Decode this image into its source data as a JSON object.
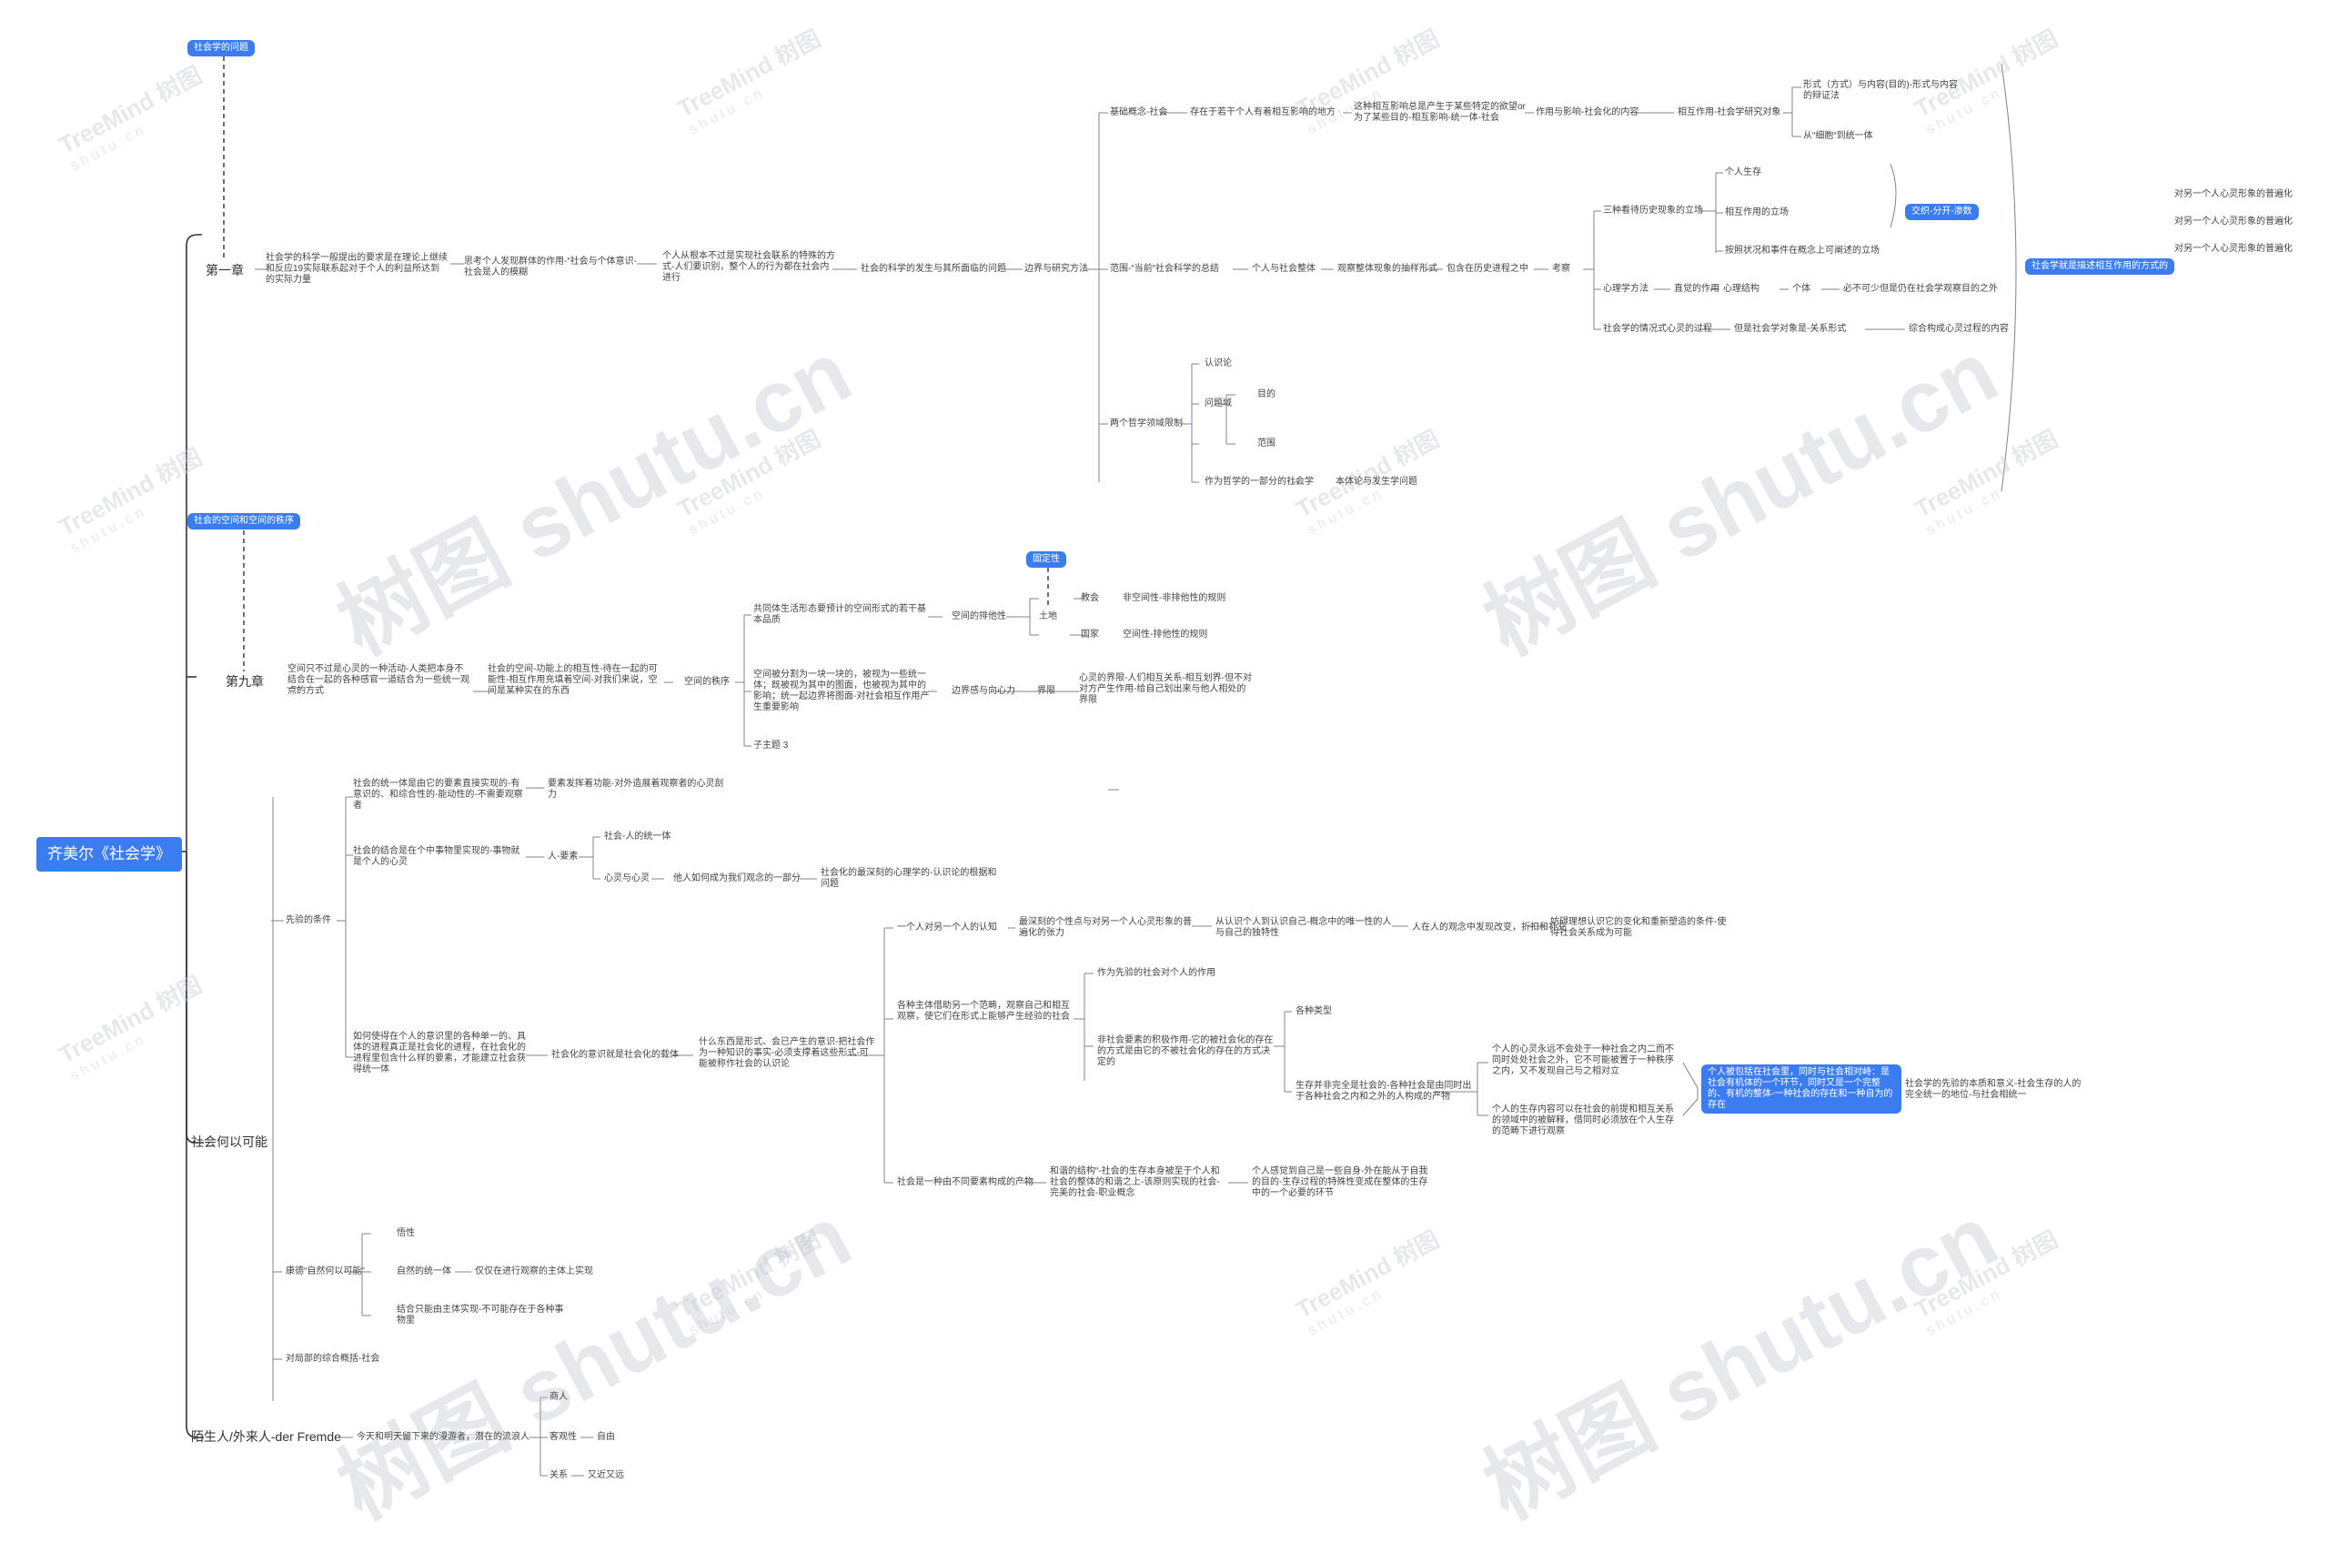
{
  "root": "齐美尔《社会学》",
  "watermark": {
    "small_title": "TreeMind 树图",
    "small_url": "shutu.cn",
    "big": "树图 shutu.cn"
  },
  "nodes": {
    "ch1": "第一章",
    "ch1_tag": "社会学的问题",
    "ch1_a": "社会学的科学一般提出的要求是在理论上继续和反应19实际联系起对于个人的利益所达到的实际力量",
    "ch1_b": "思考个人发现群体的作用-“社会与个体意识-社会是人的模糊",
    "ch1_c": "个人从根本不过是实现社会联系的特殊的方式-人们要识别，整个人的行为都在社会内进行",
    "ch1_d": "社会的科学的发生与其所面临的问题",
    "ch1_e": "边界与研究方法",
    "b_base": "基础概念-社会",
    "b_base1": "存在于若干个人有着相互影响的地方",
    "b_base2": "这种相互影响总是产生于某些特定的欲望or为了某些目的-相互影响-统一体-社会",
    "b_base3": "作用与影响-社会化的内容",
    "b_base4": "相互作用-社会学研究对象",
    "b_base5": "形式（方式）与内容(目的)-形式与内容的辩证法",
    "b_base6": "从“细胞“到统一体",
    "b_scope": "范围-“当前“社会科学的总结",
    "b_scope1": "个人与社会整体",
    "b_scope2": "观察整体现象的抽样形式",
    "b_scope3": "包含在历史进程之中",
    "b_scope4": "考察",
    "s_three": "三种看待历史现象的立场",
    "s_t1": "个人生存",
    "s_t2": "相互作用的立场",
    "s_t3": "按照状况和事件在概念上可阐述的立场",
    "s_tag": "交织-分开-渗数",
    "s_psy": "心理学方法",
    "s_psy1": "直觉的作用",
    "s_psy2": "心理结构",
    "s_psy3": "个体",
    "s_psy4": "必不可少但是仍在社会学观察目的之外",
    "s_cog": "社会学的情况式心灵的过程",
    "s_cog1": "但是社会学对象是-关系形式",
    "s_cog2": "综合构成心灵过程的内容",
    "big_summary": "社会学就是描述相互作用的方式的",
    "right1": "对另一个人心灵形象的普遍化",
    "right2": "对另一个人心灵形象的普遍化",
    "right3": "对另一个人心灵形象的普遍化",
    "b_phil": "两个哲学领域限制",
    "p1": "认识论",
    "p2": "问题域",
    "p2a": "目的",
    "p2b": "范围",
    "p3": "作为哲学的一部分的社会学",
    "p3a": "本体论与发生学问题",
    "ch9": "第九章",
    "ch9_tag": "社会的空间和空间的秩序",
    "ch9_a": "空间只不过是心灵的一种活动-人类把本身不结合在一起的各种感官一道结合为一些统一观点的方式",
    "ch9_b": "社会的空间-功能上的相互性-待在一起的可能性-相互作用充填着空间-对我们来说，空间是某种实在的东西",
    "ch9_c": "空间的秩序",
    "sp1": "共同体生活形态要预计的空间形式的若干基本品质",
    "sp1a": "空间的排他性",
    "sp1b": "土地",
    "sp1_tag": "固定性",
    "sp1c": "教会",
    "sp1c1": "非空间性-非排他性的规则",
    "sp1d": "国家",
    "sp1d1": "空间性-排他性的规则",
    "sp2": "空间被分割为一块一块的，被视为一些统一体；既被视为其中的图面，也被视为其中的影响；统一起边界将图面-对社会相互作用产生重要影响",
    "sp2a": "边界感与向心力",
    "sp2b": "界限",
    "sp2c": "心灵的界限-人们相互关系-相互划界-但不对对方产生作用-给自己划出来与他人相处的界限",
    "sp3": "子主题 3",
    "ch_poss": "社会何以可能",
    "pr": "先验的条件",
    "pr1": "社会的统一体是由它的要素直接实现的-有意识的、和综合性的-能动性的-不需要观察者",
    "pr1a": "要素发挥着功能-对外造展着观察者的心灵剖力",
    "pr2": "社会的结合是在个中事物里实现的-事物就是个人的心灵",
    "pr2a": "人-要素",
    "pr2a1": "社会-人的统一体",
    "pr2a2": "心灵与心灵",
    "pr2a3": "他人如何成为我们观念的一部分",
    "pr2a4": "社会化的最深刻的心理学的-认识论的根据和问题",
    "pr3": "如何使得在个人的意识里的各种单一的、具体的进程真正是社会化的进程，在社会化的进程里包含什么样的要素，才能建立社会获得统一体",
    "pr3a": "社会化的意识就是社会化的载体",
    "pr3b": "什么东西是形式、会已产生的意识-把社会作为一种知识的事实-必须支撑着这些形式-可能被称作社会的认识论",
    "q1": "一个人对另一个人的认知",
    "q1a": "最深刻的个性点与对另一个人心灵形象的普遍化的张力",
    "q1b": "从认识个人到认识自己-概念中的唯一性的人与自己的独特性",
    "q1c": "人在人的观念中发现改变，折扣和补充",
    "q1d": "妨碍理想认识它的变化和重新塑造的条件-使得社会关系成为可能",
    "q2": "各种主体借助另一个范畴，观察自己和相互观察，使它们在形式上能够产生经验的社会",
    "q2a": "作为先验的社会对个人的作用",
    "q2b": "非社会要素的积极作用-它的被社会化的存在的方式是由它的不被社会化的存在的方式决定的",
    "q2c": "各种类型",
    "q2d": "生存并非完全是社会的-各种社会是由同时出于各种社会之内和之外的人构成的产物",
    "q2e": "个人的心灵永远不会处于一种社会之内二而不同时处处社会之外，它不可能被置于一种秩序之内，又不发现自己与之相对立",
    "q2f": "个人的生存内容可以在社会的前提和相互关系的领域中的被解释，借同时必须放在个人生存的范畴下进行观察",
    "q2_tag": "个人被包括在社会里，同时与社会相对峙：是社会有机体的一个环节，同时又是一个完整的、有机的整体-一种社会的存在和一种自为的存在",
    "q2g": "社会学的先验的本质和意义-社会生存的人的完全统一的地位-与社会相统一",
    "q3": "社会是一种由不同要素构成的产物",
    "q3a": "和谐的结构“-社会的生存本身被至于个人和社会的整体的和谐之上-该原则实现的社会-完美的社会-职业概念",
    "q3b": "个人感觉到自己是一些自身-外在能从于自我的目的-生存过程的特殊性变成在整体的生存中的一个必要的环节",
    "kt": "康德“自然何以可能”",
    "kt1": "悟性",
    "kt2": "自然的统一体",
    "kt2a": "仅仅在进行观察的主体上实现",
    "kt3": "结合只能由主体实现-不可能存在于各种事物里",
    "pm": "对局部的综合概括-社会",
    "ch_str": "陌生人/外来人-der Fremde",
    "st_a": "今天和明天留下来的漫游者，潜在的流浪人",
    "st1": "商人",
    "st2": "客观性",
    "st2a": "自由",
    "st3": "关系",
    "st3a": "又近又远"
  }
}
